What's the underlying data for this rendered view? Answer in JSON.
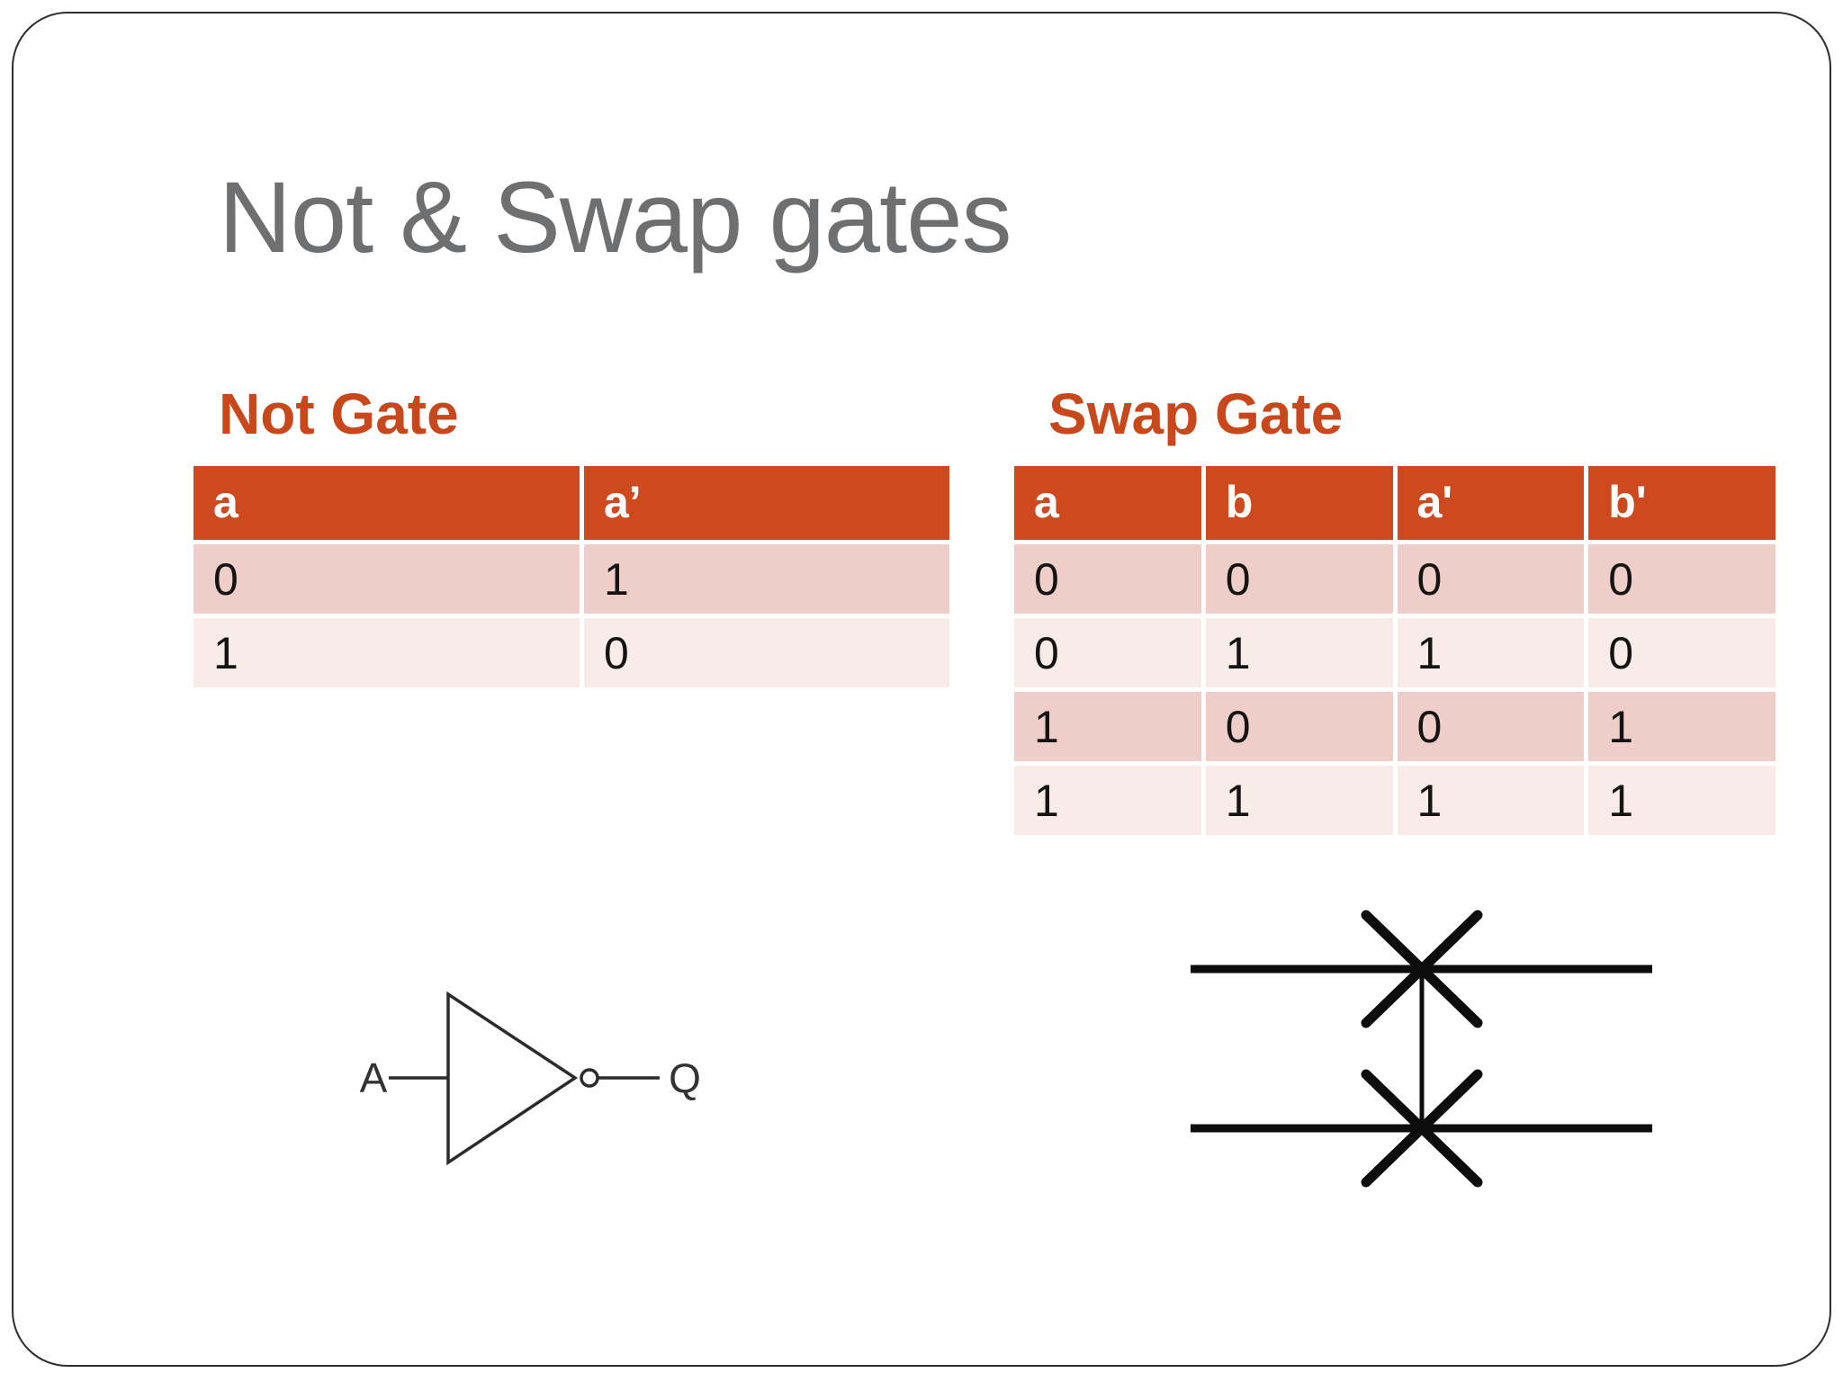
{
  "slide": {
    "title": "Not & Swap gates"
  },
  "colors": {
    "accent_orange": "#CE491E",
    "heading_orange": "#C8481C",
    "row_dark": "#EFCEC9",
    "row_light": "#F9EBE8",
    "title_gray": "#6E6F71"
  },
  "not_gate": {
    "heading": "Not Gate",
    "table": {
      "headers": [
        "a",
        "a’"
      ],
      "rows": [
        [
          "0",
          "1"
        ],
        [
          "1",
          "0"
        ]
      ]
    },
    "diagram": {
      "input_label": "A",
      "output_label": "Q"
    }
  },
  "swap_gate": {
    "heading": "Swap Gate",
    "table": {
      "headers": [
        "a",
        "b",
        "a'",
        "b'"
      ],
      "rows": [
        [
          "0",
          "0",
          "0",
          "0"
        ],
        [
          "0",
          "1",
          "1",
          "0"
        ],
        [
          "1",
          "0",
          "0",
          "1"
        ],
        [
          "1",
          "1",
          "1",
          "1"
        ]
      ]
    }
  }
}
